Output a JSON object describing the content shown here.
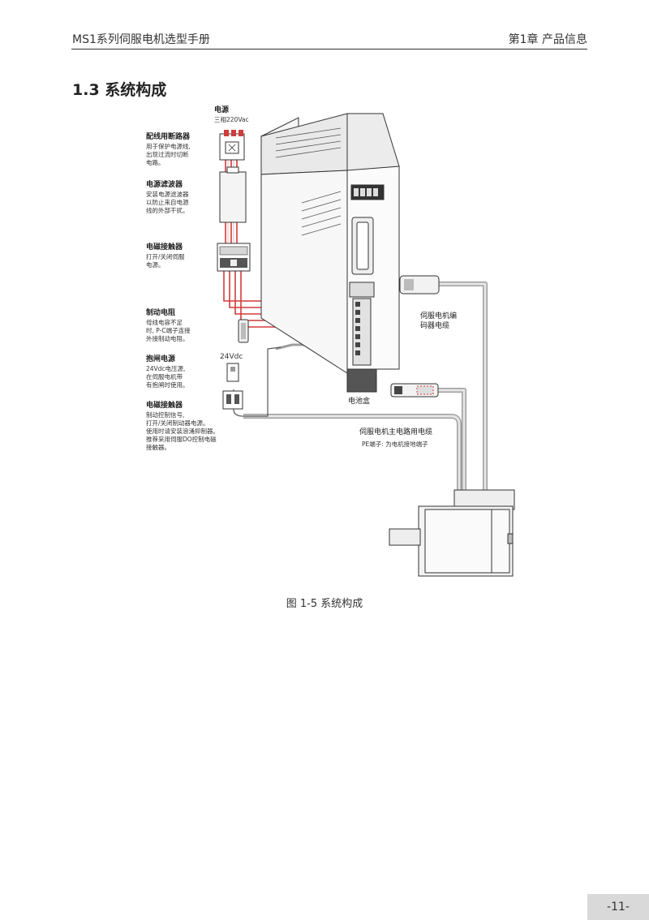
{
  "header": {
    "manual_title": "MS1系列伺服电机选型手册",
    "chapter": "第1章 产品信息"
  },
  "section": {
    "title": "1.3 系统构成"
  },
  "diagram": {
    "power": {
      "title": "电源",
      "spec": "三相220Vac"
    },
    "breaker": {
      "title": "配线用断路器",
      "desc": [
        "用于保护电源线,",
        "出现过流时切断",
        "电路。"
      ]
    },
    "filter": {
      "title": "电源滤波器",
      "desc": [
        "安装电源滤波器",
        "以防止来自电源",
        "线的外部干扰。"
      ]
    },
    "contactor": {
      "title": "电磁接触器",
      "desc": [
        "打开/关闭伺服",
        "电源。"
      ]
    },
    "resistor": {
      "title": "制动电阻",
      "desc": [
        "母线电容不足",
        "时, P-C端子连接",
        "外接制动电阻。"
      ]
    },
    "brake_power": {
      "title": "抱闸电源",
      "desc": [
        "24Vdc电压源,",
        "在伺服电机带",
        "有抱闸时使用。"
      ]
    },
    "voltage_24": "24Vdc",
    "brake_contactor": {
      "title": "电磁接触器",
      "desc": [
        "制动控制信号,",
        "打开/关闭制动器电源。",
        "使用时请安装浪涌抑制器。",
        "推荐采用伺服DO控制电磁",
        "接触器。"
      ]
    },
    "encoder_cable": {
      "title": [
        "伺服电机编",
        "码器电缆"
      ]
    },
    "battery_box": "电池盒",
    "main_cable": {
      "title": "伺服电机主电路用电缆",
      "desc": "PE端子: 为电机接地端子"
    }
  },
  "figure": {
    "caption": "图 1-5  系统构成"
  },
  "footer": {
    "page_number": "-11-"
  },
  "colors": {
    "power_wire": "#d23b3b",
    "cable": "#bdbdbd",
    "outline": "#333333"
  }
}
